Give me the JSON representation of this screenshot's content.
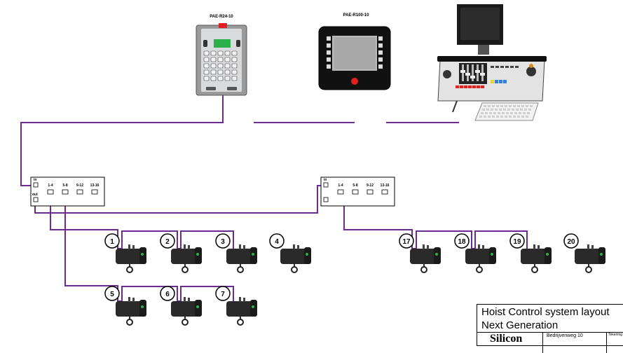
{
  "devices": {
    "remote_label": "PAE-R24-10",
    "panel_label": "PAE-R100-10"
  },
  "distributors": [
    {
      "in_label": "in",
      "out_label": "out",
      "channels": [
        "1-4",
        "5-8",
        "9-12",
        "13-16"
      ]
    },
    {
      "in_label": "in",
      "out_label": "",
      "channels": [
        "1-4",
        "5-8",
        "9-12",
        "13-16"
      ]
    }
  ],
  "hoists": [
    "1",
    "2",
    "3",
    "4",
    "5",
    "6",
    "7",
    "17",
    "18",
    "19",
    "20"
  ],
  "title_block": {
    "title": "Hoist Control system layout",
    "subtitle": "Next Generation",
    "company": "Silicon",
    "address": "Bedrijvenweg 10",
    "tekening": "Tekening"
  },
  "colors": {
    "cable": "#6a2c8e",
    "hoist_body": "#2a2a2a",
    "panel_body": "#e3e3e3"
  }
}
